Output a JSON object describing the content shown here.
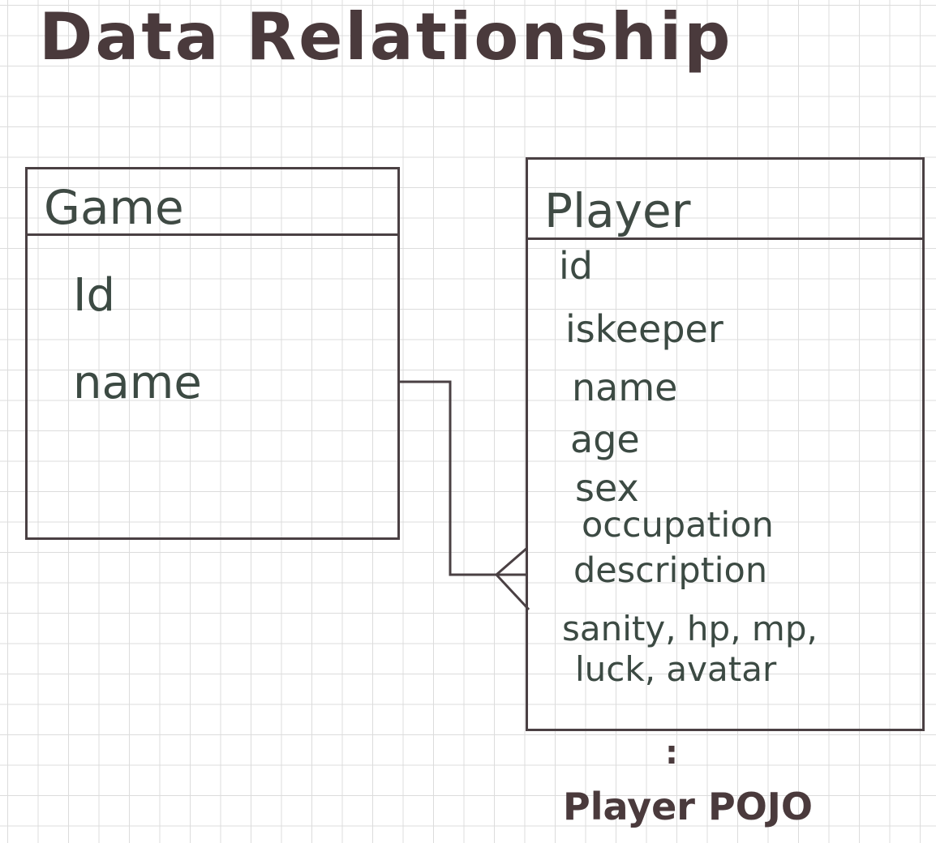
{
  "title": "Data Relationship",
  "entities": {
    "game": {
      "name": "Game",
      "fields": [
        "Id",
        "name"
      ]
    },
    "player": {
      "name": "Player",
      "fields": [
        "id",
        "iskeeper",
        "name",
        "age",
        "sex",
        "occupation",
        "description",
        "sanity, hp, mp,",
        "luck, avatar"
      ]
    }
  },
  "relationship": {
    "from": "Game",
    "to": "Player",
    "cardinality": "one-to-many"
  },
  "caption": {
    "ellipsis": ":",
    "text": "Player POJO"
  },
  "colors": {
    "ink_title": "#4a3a3c",
    "ink_text": "#3c4a43",
    "line": "#4a4043",
    "grid": "#dcdcdc"
  }
}
